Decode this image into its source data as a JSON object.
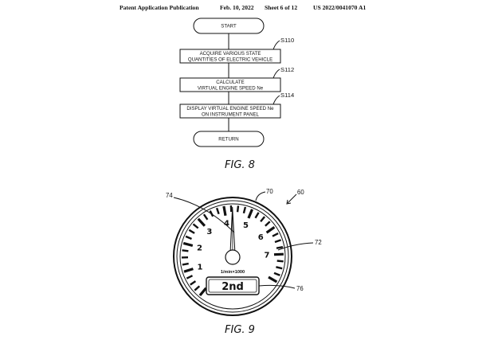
{
  "header": {
    "publication": "Patent Application Publication",
    "date": "Feb. 10, 2022",
    "sheet": "Sheet 6 of 12",
    "number": "US 2022/0041070 A1"
  },
  "fig8": {
    "start": "START",
    "steps": [
      {
        "id": "S110",
        "lines": [
          "ACQUIRE VARIOUS STATE",
          "QUANTITIES OF ELECTRIC VEHICLE"
        ]
      },
      {
        "id": "S112",
        "lines": [
          "CALCULATE",
          "VIRTUAL ENGINE SPEED Ne"
        ]
      },
      {
        "id": "S114",
        "lines": [
          "DISPLAY VIRTUAL ENGINE SPEED Ne",
          "ON INSTRUMENT PANEL"
        ]
      }
    ],
    "end": "RETURN",
    "caption": "FIG. 8"
  },
  "fig9": {
    "refs": {
      "system": "60",
      "bezel": "70",
      "face": "72",
      "needle": "74",
      "display": "76"
    },
    "dial_numbers": [
      "1",
      "2",
      "3",
      "4",
      "5",
      "6",
      "7"
    ],
    "unit": "1/min×1000",
    "gear": "2nd",
    "needle_value": 4.3,
    "caption": "FIG. 9"
  }
}
